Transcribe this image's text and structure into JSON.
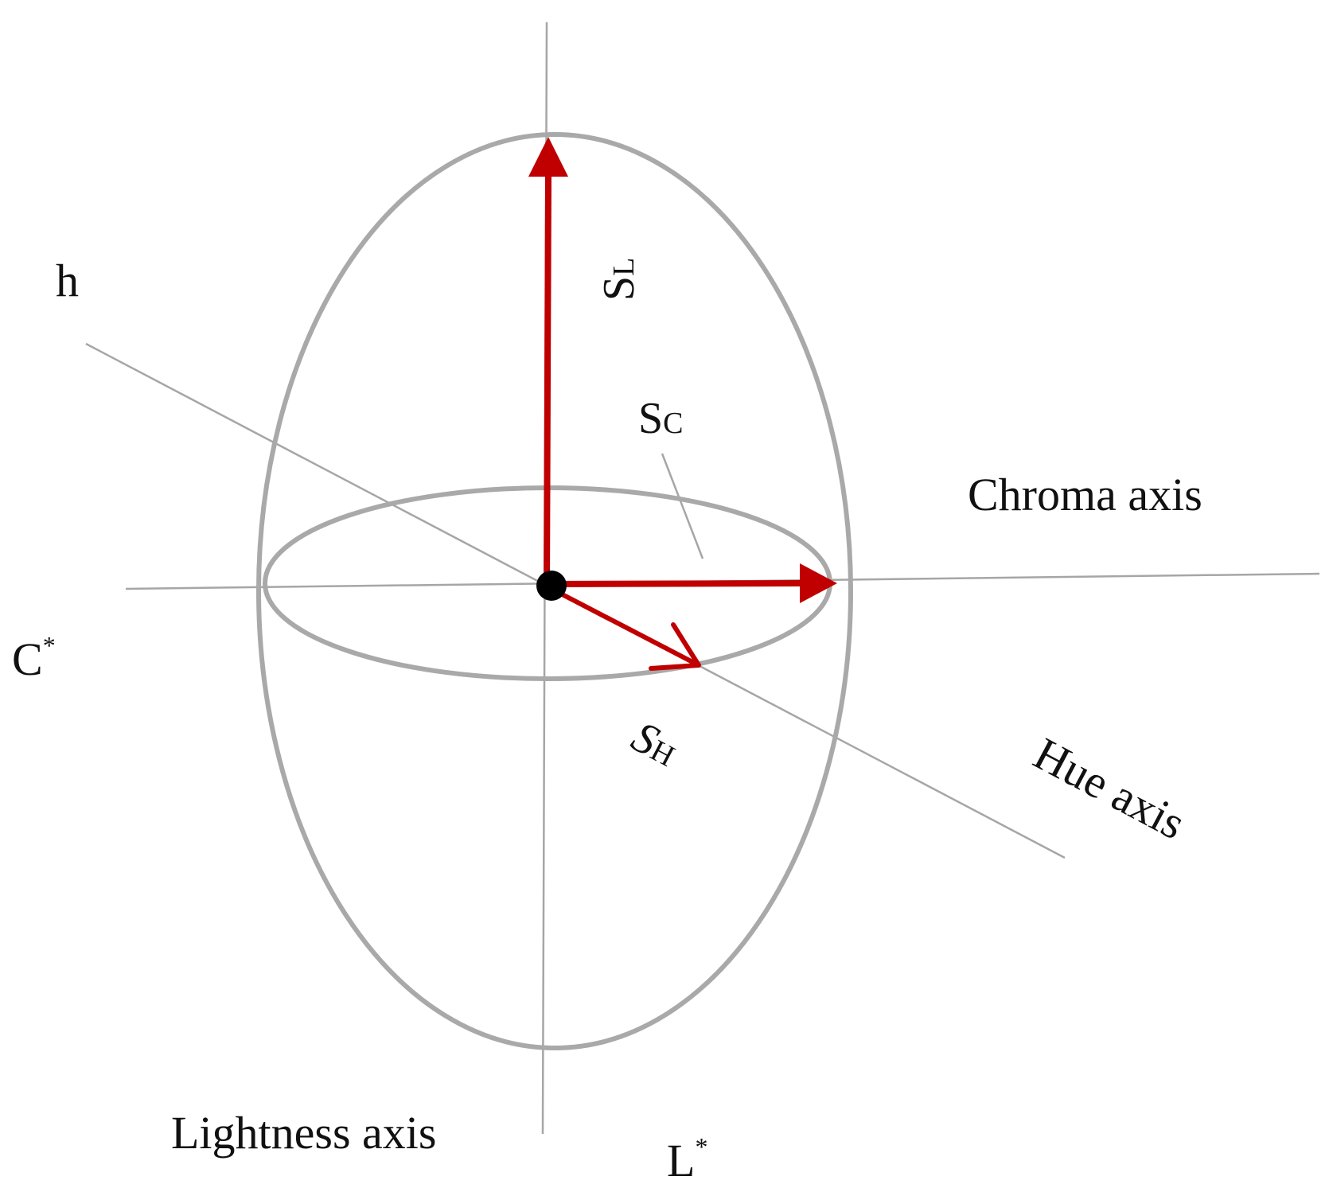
{
  "labels": {
    "h": "h",
    "c_star_base": "C",
    "c_star_sup": "*",
    "l_star_base": "L",
    "l_star_sup": "*",
    "chroma_axis": "Chroma axis",
    "hue_axis": "Hue axis",
    "lightness_axis": "Lightness axis",
    "sl_base": "S",
    "sl_sub": "L",
    "sc_base": "S",
    "sc_sub": "C",
    "sh_base": "S",
    "sh_sub": "H"
  },
  "colors": {
    "background": "#ffffff",
    "axis_line": "#a6a6a6",
    "ellipse": "#a9a9a9",
    "arrow": "#c00000",
    "center_dot": "#000000",
    "text": "#111111"
  }
}
